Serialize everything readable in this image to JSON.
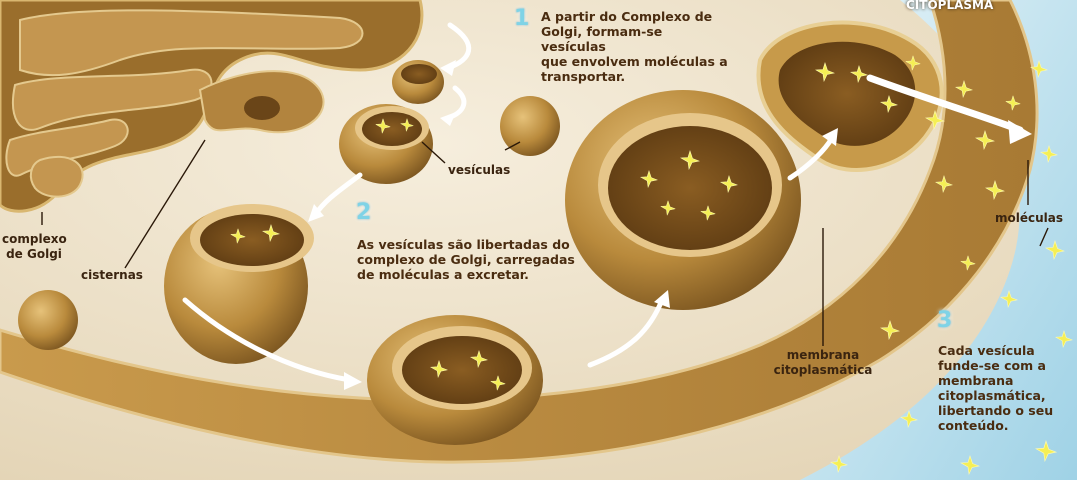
{
  "corner_label": "CITOPLASMA",
  "steps": [
    {
      "number": "1",
      "text_lines": [
        "A partir do Complexo de",
        "Golgi, formam-se vesículas",
        "que envolvem moléculas a",
        "transportar."
      ]
    },
    {
      "number": "2",
      "text_lines": [
        "As vesículas são libertadas do",
        "complexo de Golgi, carregadas",
        "de moléculas a excretar."
      ]
    },
    {
      "number": "3",
      "text_lines": [
        "Cada vesícula",
        "funde-se com a",
        "membrana",
        "citoplasmática,",
        "libertando o seu",
        "conteúdo."
      ]
    }
  ],
  "labels": {
    "golgi": [
      "complexo",
      "de Golgi"
    ],
    "cisternas": "cisternas",
    "vesiculas": "vesículas",
    "membrana": [
      "membrana",
      "citoplasmática"
    ],
    "moleculas": "moléculas"
  },
  "colors": {
    "background": "#efe4cf",
    "organelle": "#b8893e",
    "membrane_highlight": "#e2c489",
    "cytoplasm_blue": "#bfe3f0",
    "molecule": "#f2ec4d",
    "arrow": "#ffffff",
    "step_number": "#7fd3e6",
    "text": "#4a2c10"
  }
}
